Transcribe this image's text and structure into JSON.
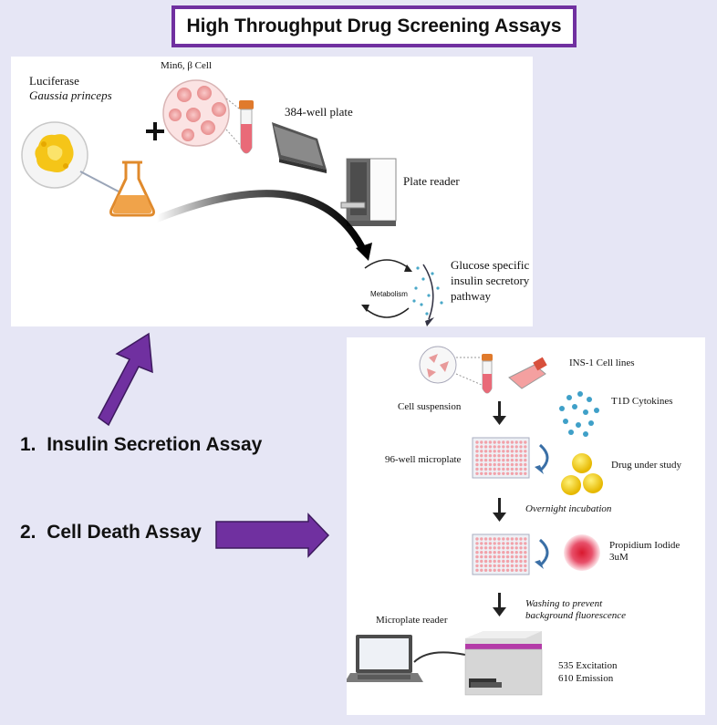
{
  "title": "High Throughput Drug Screening Assays",
  "steps": [
    {
      "number": "1.",
      "label": "Insulin Secretion Assay"
    },
    {
      "number": "2.",
      "label": "Cell Death Assay"
    }
  ],
  "insulin_panel": {
    "luciferase": "Luciferase",
    "species": "Gaussia princeps",
    "cell": "Min6, β Cell",
    "plate": "384-well plate",
    "reader": "Plate reader",
    "metabolism": "Metabolism",
    "pathway": [
      "Glucose specific",
      "insulin secretory",
      "pathway"
    ]
  },
  "death_panel": {
    "cell_lines": "INS-1 Cell lines",
    "suspension": "Cell suspension",
    "cytokines": "T1D Cytokines",
    "microplate": "96-well microplate",
    "drug": "Drug under study",
    "overnight": "Overnight incubation",
    "pi_name": "Propidium Iodide",
    "pi_conc": "3uM",
    "washing": [
      "Washing to prevent",
      "background fluorescence"
    ],
    "reader": "Microplate reader",
    "excitation": "535 Excitation",
    "emission": "610 Emission"
  },
  "colors": {
    "accent_purple": "#7030a0",
    "background": "#e6e6f5",
    "gold": "#f5c518",
    "pink_cells": "#f4a6a6"
  },
  "icons": [
    "flask-icon",
    "tube-icon",
    "well-plate-icon",
    "plate-reader-icon",
    "laptop-icon",
    "laptop-cable",
    "cell-suspension-icon"
  ]
}
